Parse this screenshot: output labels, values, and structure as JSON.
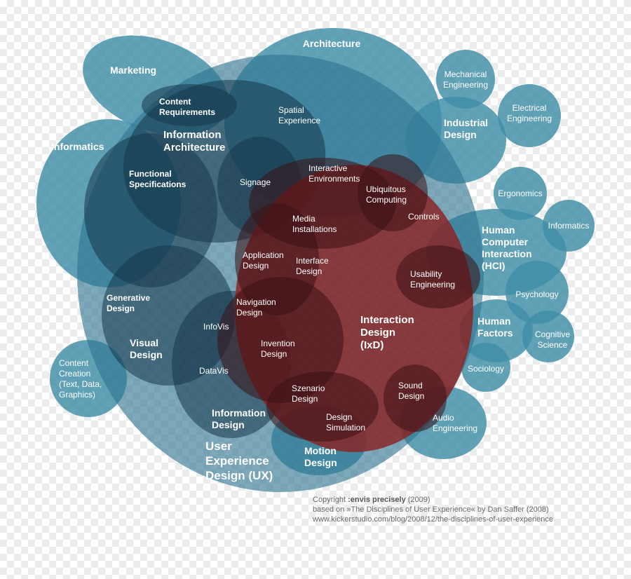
{
  "colors": {
    "teal": "#3f8ea7",
    "teal_dark": "#1f5369",
    "deep": "#173b4e",
    "red": "#8a2222",
    "red_dark": "#4a1518",
    "text": "#ffffff",
    "credit_text": "#6a6a6a"
  },
  "labels": {
    "architecture": [
      "Architecture"
    ],
    "marketing": [
      "Marketing"
    ],
    "content_requirements": [
      "Content",
      "Requirements"
    ],
    "spatial_experience": [
      "Spatial",
      "Experience"
    ],
    "information_architecture": [
      "Information",
      "Architecture"
    ],
    "informatics_left": [
      "Informatics"
    ],
    "functional_specs": [
      "Functional",
      "Specifications"
    ],
    "signage": [
      "Signage"
    ],
    "interactive_environments": [
      "Interactive",
      "Environments"
    ],
    "ubiquitous_computing": [
      "Ubiquitous",
      "Computing"
    ],
    "mechanical_engineering": [
      "Mechanical",
      "Engineering"
    ],
    "electrical_engineering": [
      "Electrical",
      "Engineering"
    ],
    "industrial_design": [
      "Industrial",
      "Design"
    ],
    "ergonomics": [
      "Ergonomics"
    ],
    "informatics_right": [
      "Informatics"
    ],
    "controls": [
      "Controls"
    ],
    "media_installations": [
      "Media",
      "Installations"
    ],
    "hci": [
      "Human",
      "Computer",
      "Interaction",
      "(HCI)"
    ],
    "application_design": [
      "Application",
      "Design"
    ],
    "interface_design": [
      "Interface",
      "Design"
    ],
    "usability_engineering": [
      "Usability",
      "Engineering"
    ],
    "psychology": [
      "Psychology"
    ],
    "generative_design": [
      "Generative",
      "Design"
    ],
    "navigation_design": [
      "Navigation",
      "Design"
    ],
    "infovis": [
      "InfoVis"
    ],
    "interaction_design": [
      "Interaction",
      "Design",
      "(IxD)"
    ],
    "human_factors": [
      "Human",
      "Factors"
    ],
    "cognitive_science": [
      "Cognitive",
      "Science"
    ],
    "visual_design": [
      "Visual",
      "Design"
    ],
    "invention_design": [
      "Invention",
      "Design"
    ],
    "datavis": [
      "DataVis"
    ],
    "sociology": [
      "Sociology"
    ],
    "content_creation": [
      "Content",
      "Creation",
      "(Text, Data,",
      "Graphics)"
    ],
    "sound_design": [
      "Sound",
      "Design"
    ],
    "szenario_design": [
      "Szenario",
      "Design"
    ],
    "audio_engineering": [
      "Audio",
      "Engineering"
    ],
    "information_design": [
      "Information",
      "Design"
    ],
    "design_simulation": [
      "Design",
      "Simulation"
    ],
    "ux": [
      "User",
      "Experience",
      "Design (UX)"
    ],
    "motion_design": [
      "Motion",
      "Design"
    ]
  },
  "credit": {
    "copyright_prefix": "Copyright ",
    "copyright_name": ":envis precisely",
    "copyright_year": " (2009)",
    "based_on": "based on »The Disciplines of User Experience« by Dan Saffer (2008)",
    "url": "www.kickerstudio.com/blog/2008/12/the-disciplines-of-user-experience"
  }
}
